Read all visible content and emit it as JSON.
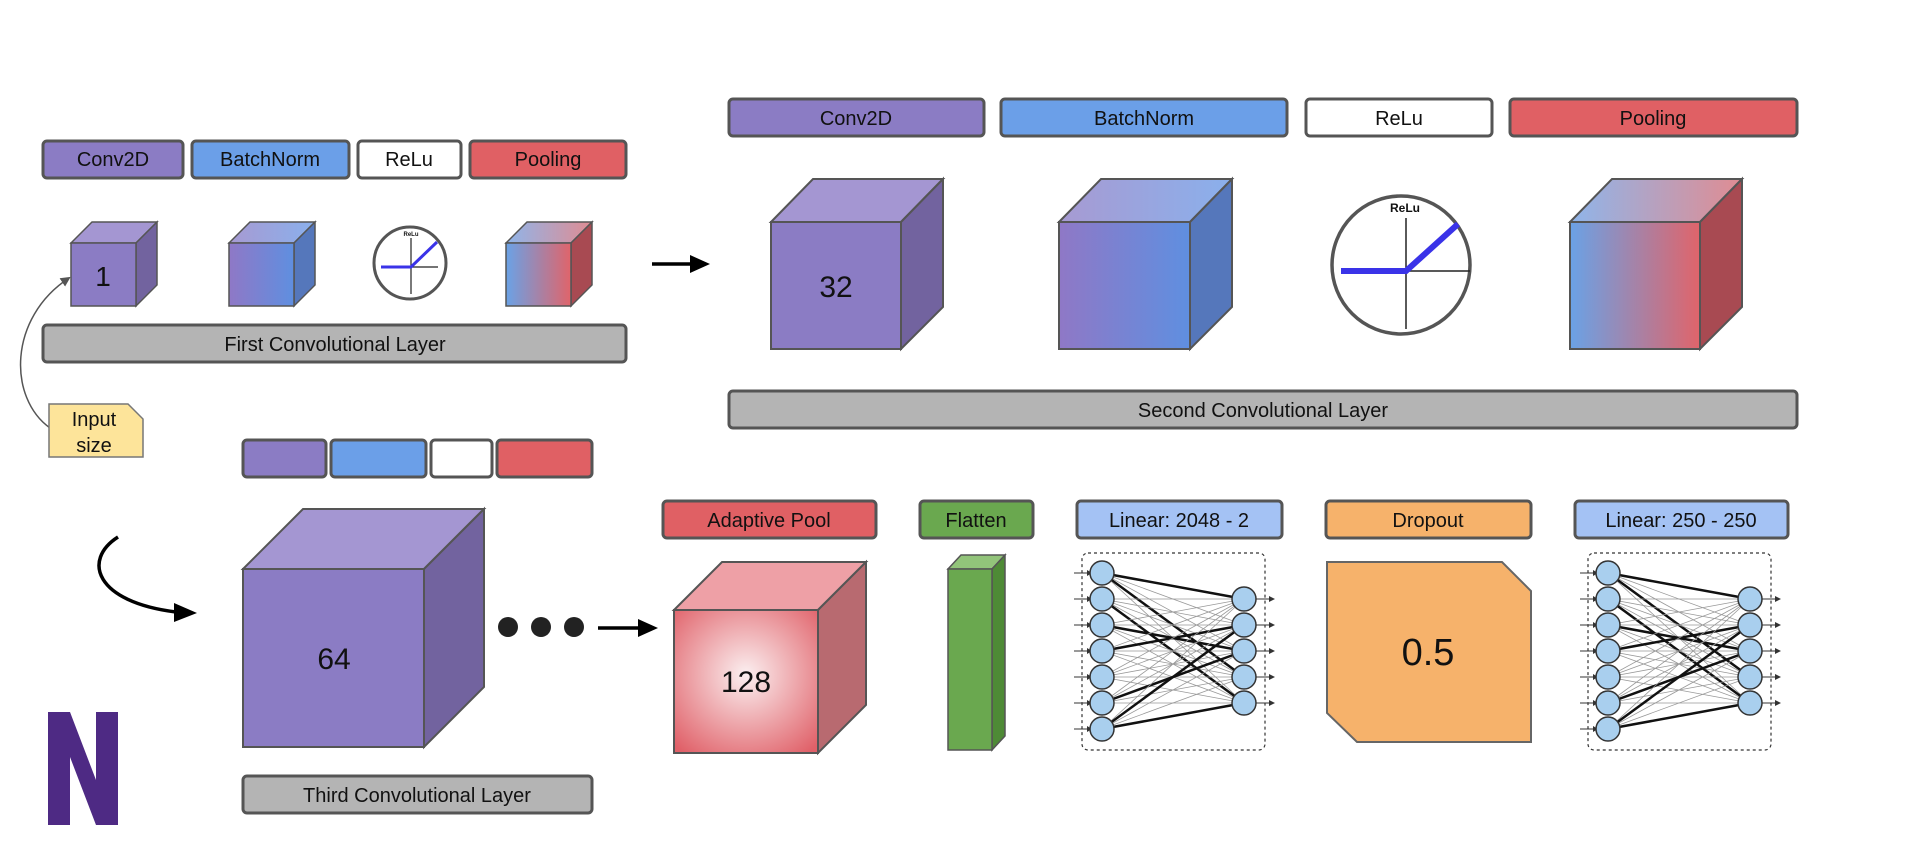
{
  "colors": {
    "conv": "#8b7cc4",
    "batchnorm": "#6b9fe8",
    "relu": "#ffffff",
    "pool": "#e06064",
    "layer_bar": "#b4b4b4",
    "input_note": "#fde49a",
    "flatten": "#6aa84f",
    "linear": "#a4c2f4",
    "dropout": "#f6b26b",
    "neuron": "#a9cfee",
    "brand": "#4e2a84",
    "relu_line": "#3a33e8"
  },
  "first_layer": {
    "tags": {
      "conv": "Conv2D",
      "batchnorm": "BatchNorm",
      "relu": "ReLu",
      "pool": "Pooling"
    },
    "channels": "1",
    "relu_label": "ReLu",
    "label": "First Convolutional Layer"
  },
  "input_note": {
    "line1": "Input",
    "line2": "size"
  },
  "second_layer": {
    "tags": {
      "conv": "Conv2D",
      "batchnorm": "BatchNorm",
      "relu": "ReLu",
      "pool": "Pooling"
    },
    "channels": "32",
    "relu_label": "ReLu",
    "label": "Second Convolutional Layer"
  },
  "third_layer": {
    "channels": "64",
    "label": "Third Convolutional Layer"
  },
  "head": {
    "adaptive_pool": {
      "label": "Adaptive Pool",
      "channels": "128"
    },
    "flatten": {
      "label": "Flatten"
    },
    "linear1": {
      "label": "Linear: 2048 - 2"
    },
    "dropout": {
      "label": "Dropout",
      "value": "0.5"
    },
    "linear2": {
      "label": "Linear: 250 - 250"
    }
  }
}
